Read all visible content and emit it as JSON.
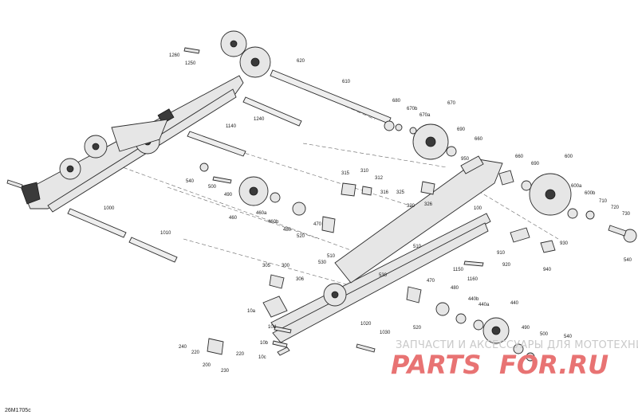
{
  "diagram": {
    "reference_code": "26M1705c",
    "part_labels": [
      "1260",
      "1250",
      "620",
      "610",
      "680",
      "670b",
      "670a",
      "670",
      "1240",
      "1140",
      "690",
      "660",
      "660",
      "690",
      "600",
      "950",
      "315",
      "310",
      "312",
      "316",
      "325",
      "326",
      "320",
      "540",
      "500",
      "490",
      "460",
      "460a",
      "460b",
      "480",
      "470",
      "520",
      "600a",
      "600b",
      "710",
      "720",
      "730",
      "540",
      "1000",
      "1010",
      "510",
      "510",
      "530",
      "100",
      "930",
      "910",
      "920",
      "940",
      "1150",
      "1160",
      "305",
      "300",
      "306",
      "470",
      "480",
      "440b",
      "440a",
      "440",
      "490",
      "500",
      "540",
      "530",
      "10a",
      "520",
      "10d",
      "10b",
      "10c",
      "1020",
      "1030",
      "240",
      "220",
      "200",
      "220",
      "230"
    ]
  },
  "watermark": {
    "subtitle": "ЗАПЧАСТИ И АКСЕССУАРЫ ДЛЯ МОТОТЕХНИКИ",
    "brand_left": "PARTS",
    "brand_right": "FOR.RU"
  }
}
